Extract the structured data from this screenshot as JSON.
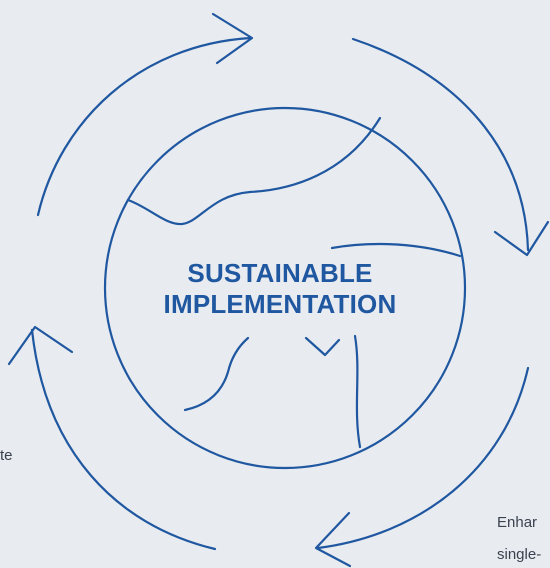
{
  "center": {
    "line1": "SUSTAINABLE",
    "line2": "IMPLEMENTATION"
  },
  "fragments": {
    "left": "te",
    "right_line1": "Enhar",
    "right_line2": "single-"
  },
  "colors": {
    "accent": "#1f57a0",
    "background": "#e8ebf0",
    "text": "#3a4250"
  },
  "icons": {
    "cycle_arrows": "circular-arrows-icon",
    "globe": "globe-icon"
  }
}
